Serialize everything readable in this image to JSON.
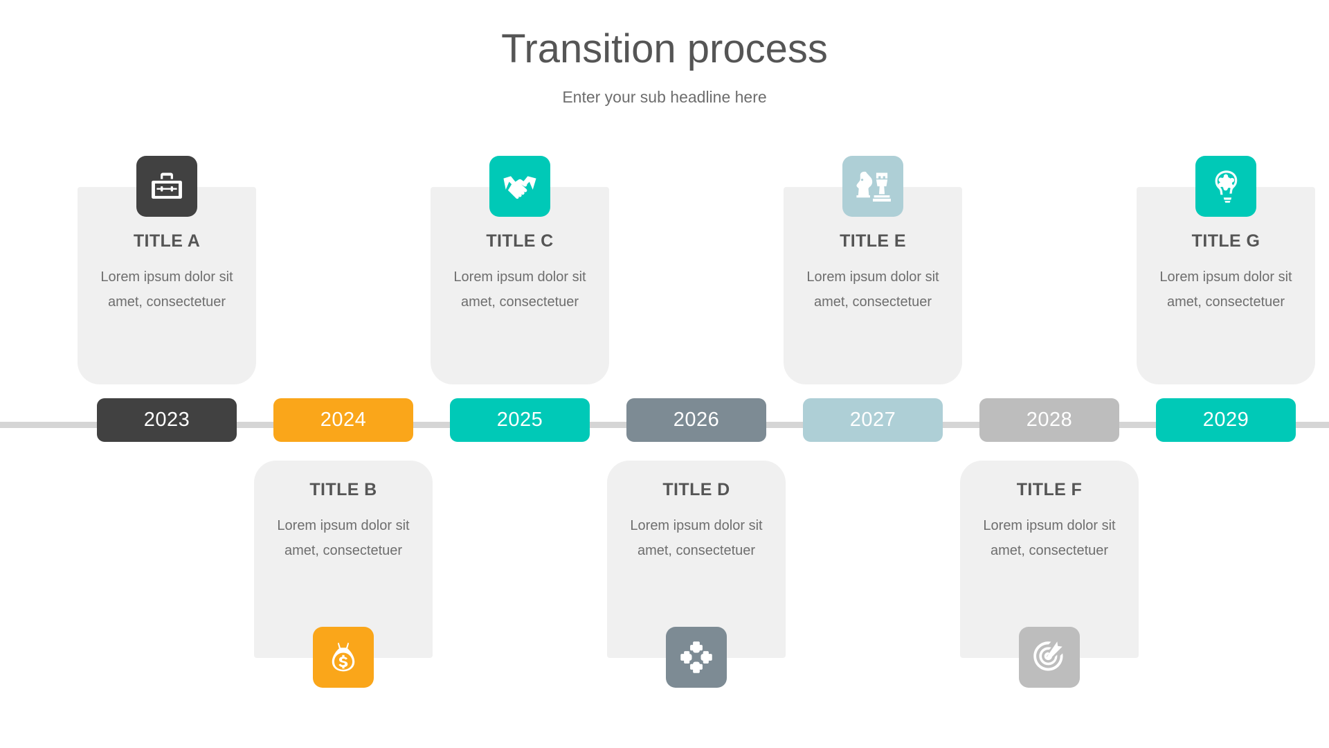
{
  "header": {
    "title": "Transition process",
    "subtitle": "Enter your sub headline here"
  },
  "palette": {
    "card_bg": "#f0f0f0",
    "axis": "#d5d5d5",
    "title_text": "#555555",
    "body_text": "#6e6e6e",
    "page_bg": "#ffffff"
  },
  "timeline": {
    "axis_label": "timeline-axis",
    "nodes": [
      {
        "year": "2023",
        "color": "#414141",
        "position": "above",
        "title": "TITLE A",
        "body": "Lorem ipsum dolor sit amet, consectetuer",
        "icon": "briefcase-icon"
      },
      {
        "year": "2024",
        "color": "#faa61a",
        "position": "below",
        "title": "TITLE B",
        "body": "Lorem ipsum dolor sit amet, consectetuer",
        "icon": "money-bag-icon"
      },
      {
        "year": "2025",
        "color": "#00c9b7",
        "position": "above",
        "title": "TITLE C",
        "body": "Lorem ipsum dolor sit amet, consectetuer",
        "icon": "handshake-icon"
      },
      {
        "year": "2026",
        "color": "#7d8b94",
        "position": "below",
        "title": "TITLE D",
        "body": "Lorem ipsum dolor sit amet, consectetuer",
        "icon": "teamwork-hands-icon"
      },
      {
        "year": "2027",
        "color": "#aecfd6",
        "position": "above",
        "title": "TITLE E",
        "body": "Lorem ipsum dolor sit amet, consectetuer",
        "icon": "chess-pieces-icon"
      },
      {
        "year": "2028",
        "color": "#bdbdbd",
        "position": "below",
        "title": "TITLE F",
        "body": "Lorem ipsum dolor sit amet, consectetuer",
        "icon": "target-arrow-icon"
      },
      {
        "year": "2029",
        "color": "#00c9b7",
        "position": "above",
        "title": "TITLE G",
        "body": "Lorem ipsum dolor sit amet, consectetuer",
        "icon": "brain-network-icon"
      }
    ]
  }
}
